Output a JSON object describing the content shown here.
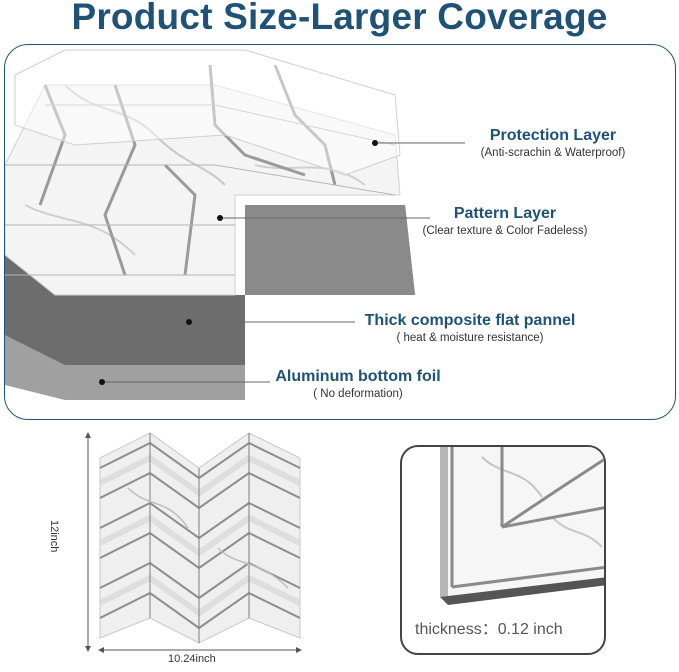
{
  "title": "Product Size-Larger Coverage",
  "layers": [
    {
      "name": "Protection Layer",
      "desc": "(Anti-scrachin & Waterproof)"
    },
    {
      "name": "Pattern Layer",
      "desc": "(Clear texture & Color Fadeless)"
    },
    {
      "name": "Thick composite flat pannel",
      "desc": "( heat & moisture resistance)"
    },
    {
      "name": "Aluminum bottom foil",
      "desc": "( No deformation)"
    }
  ],
  "dimensions": {
    "width": "10.24inch",
    "height": "12inch"
  },
  "thickness": "thickness：0.12 inch",
  "colors": {
    "title": "#1f5277",
    "border": "#1f5277",
    "panel_gray": "#6b6b6b",
    "foil_gray": "#9a9a9a"
  }
}
